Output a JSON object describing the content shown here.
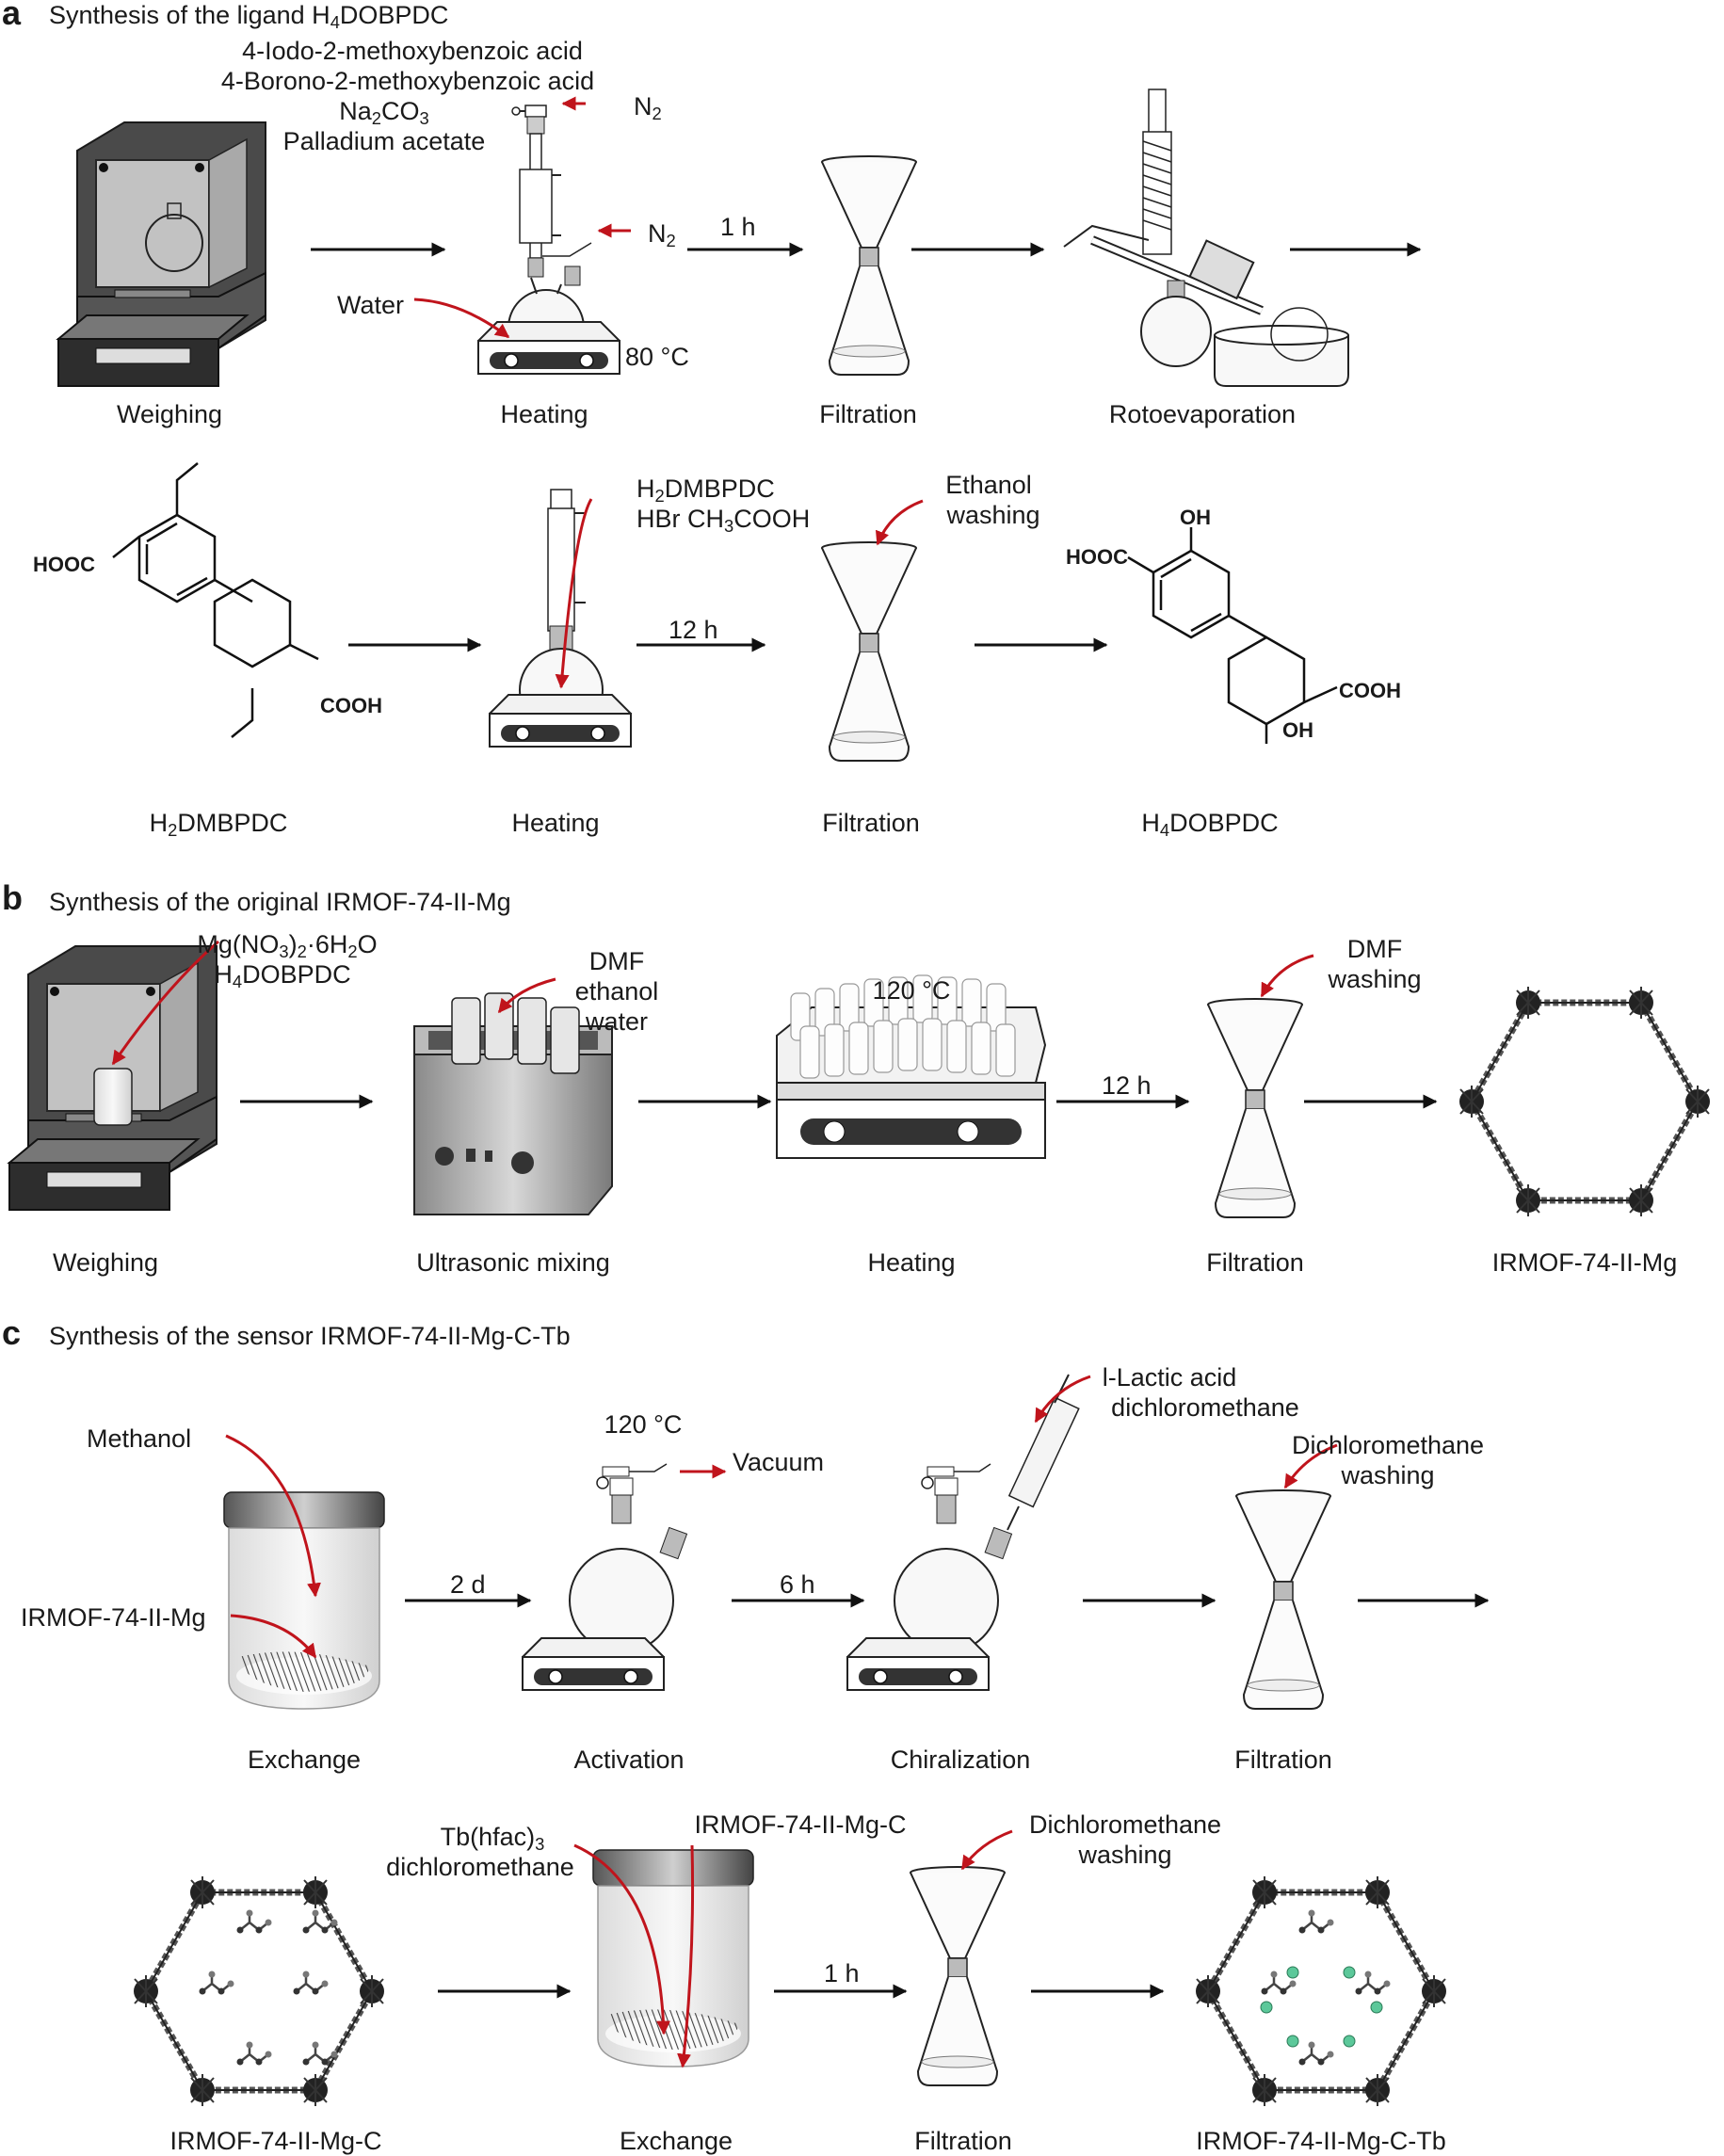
{
  "panels": {
    "a": {
      "letter": "a",
      "title_pre": "Synthesis of the ligand H",
      "title_sub": "4",
      "title_post": "DOBPDC",
      "reagents": {
        "iodo": "4-Iodo-2-methoxybenzoic acid",
        "borono": "4-Borono-2-methoxybenzoic acid",
        "na2co3_pre": "Na",
        "na2co3_sub1": "2",
        "na2co3_mid": "CO",
        "na2co3_sub2": "3",
        "pd": "Palladium acetate"
      },
      "n2_pre": "N",
      "n2_sub": "2",
      "water": "Water",
      "temp": "80 °C",
      "time1": "1 h",
      "time2": "12 h",
      "reagents2": {
        "h2dmbpdc_pre": "H",
        "h2dmbpdc_sub": "2",
        "h2dmbpdc_post": "DMBPDC",
        "hbr": "HBr CH",
        "hbr_sub": "3",
        "hbr_post": "COOH"
      },
      "ethanol_washing_1": "Ethanol",
      "ethanol_washing_2": "washing",
      "chem": {
        "hooc": "HOOC",
        "cooh": "COOH",
        "oh": "OH"
      },
      "labels": {
        "weighing": "Weighing",
        "heating": "Heating",
        "filtration": "Filtration",
        "rotoevaporation": "Rotoevaporation",
        "h2dmbpdc_pre": "H",
        "h2dmbpdc_sub": "2",
        "h2dmbpdc_post": "DMBPDC",
        "h4dobpdc_pre": "H",
        "h4dobpdc_sub": "4",
        "h4dobpdc_post": "DOBPDC"
      }
    },
    "b": {
      "letter": "b",
      "title": "Synthesis of the original IRMOF-74-II-Mg",
      "reagent_mg_pre": "Mg(NO",
      "reagent_mg_sub1": "3",
      "reagent_mg_mid": ")",
      "reagent_mg_sub2": "2",
      "reagent_mg_post": "·6H",
      "reagent_mg_sub3": "2",
      "reagent_mg_end": "O",
      "reagent_ligand_pre": "H",
      "reagent_ligand_sub": "4",
      "reagent_ligand_post": "DOBPDC",
      "solvents": [
        "DMF",
        "ethanol",
        "water"
      ],
      "temp": "120 °C",
      "time": "12 h",
      "dmf_washing_1": "DMF",
      "dmf_washing_2": "washing",
      "labels": {
        "weighing": "Weighing",
        "ultrasonic": "Ultrasonic mixing",
        "heating": "Heating",
        "filtration": "Filtration",
        "product": "IRMOF-74-II-Mg"
      }
    },
    "c": {
      "letter": "c",
      "title": "Synthesis of the sensor IRMOF-74-II-Mg-C-Tb",
      "methanol": "Methanol",
      "irmof": "IRMOF-74-II-Mg",
      "time_2d": "2 d",
      "temp": "120 °C",
      "vacuum": "Vacuum",
      "time_6h": "6 h",
      "lactic_1": "l-Lactic acid",
      "lactic_2": "dichloromethane",
      "dcm_washing_1": "Dichloromethane",
      "dcm_washing_2": "washing",
      "tb_pre": "Tb(hfac)",
      "tb_sub": "3",
      "tb_2": "dichloromethane",
      "irmof_c": "IRMOF-74-II-Mg-C",
      "time_1h": "1 h",
      "labels": {
        "exchange": "Exchange",
        "activation": "Activation",
        "chiralization": "Chiralization",
        "filtration": "Filtration",
        "mgc": "IRMOF-74-II-Mg-C",
        "exchange2": "Exchange",
        "filtration2": "Filtration",
        "mgctb": "IRMOF-74-II-Mg-C-Tb"
      }
    }
  },
  "colors": {
    "arrow": "#111111",
    "reagent_arrow": "#c0141c",
    "tb_dot": "#5cc89a",
    "instrument": "#3a3a3a"
  }
}
